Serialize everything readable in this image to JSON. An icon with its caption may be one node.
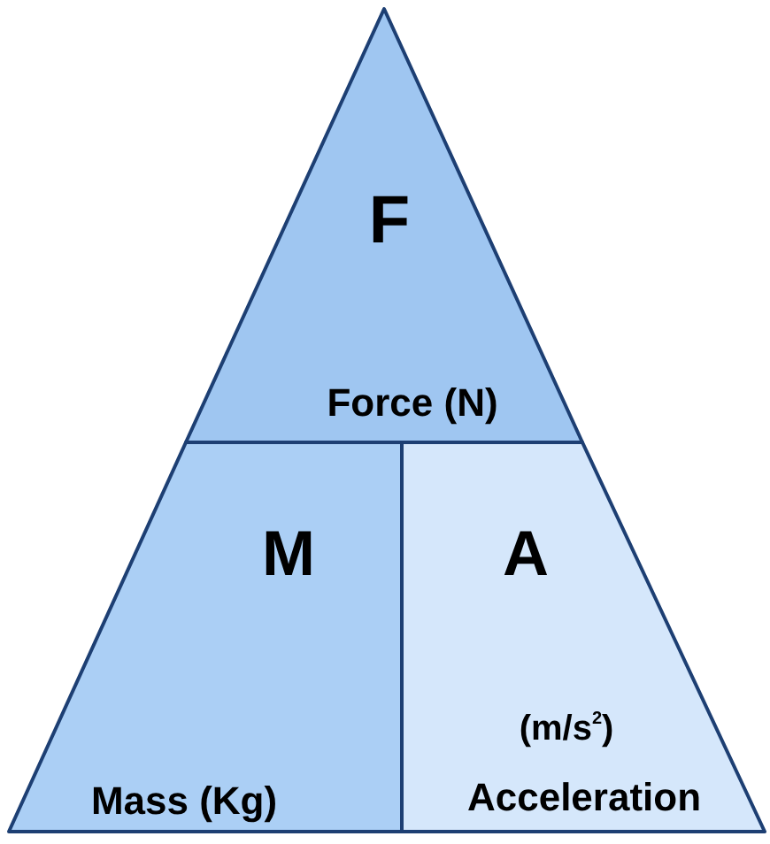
{
  "diagram": {
    "nodes": [
      {
        "text": [
          "F",
          "Force (N)"
        ]
      },
      {
        "text": [
          "M",
          "Mass (Kg)"
        ]
      },
      {
        "text": [
          "A",
          "(m/s$^{2}$)",
          "Acceleration"
        ]
      }
    ]
  }
}
